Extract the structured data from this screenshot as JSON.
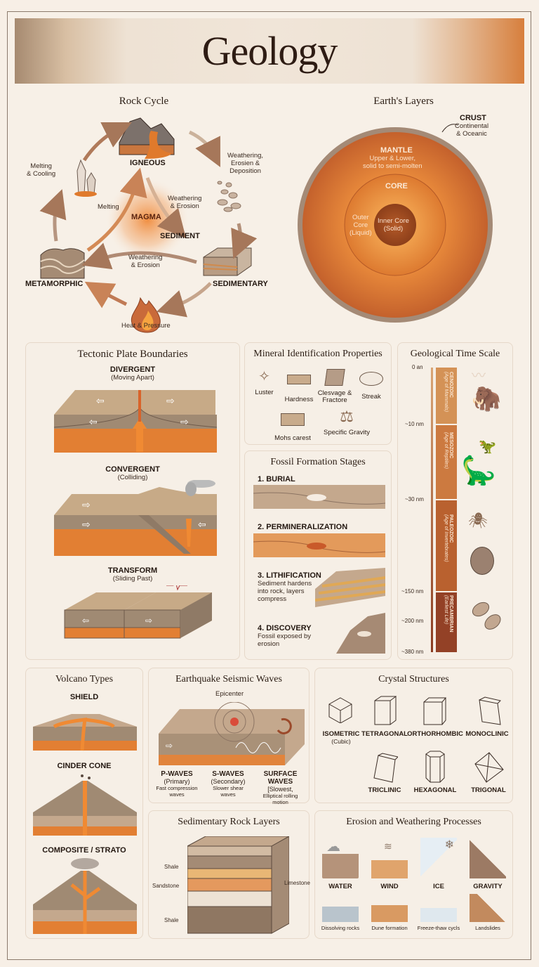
{
  "title": "Geology",
  "rock_cycle": {
    "title": "Rock Cycle",
    "nodes": {
      "igneous": "IGNEOUS",
      "sediment": "SEDIMENT",
      "sedimentary": "SEDIMENTARY",
      "metamorphic": "METAMORPHIC",
      "magma": "MAGMA"
    },
    "processes": {
      "melting_cooling": [
        "Melting",
        "& Cooling"
      ],
      "weathering_deposition": [
        "Weathering,",
        "Erosien &",
        "Deposition"
      ],
      "weathering_erosion_inner": [
        "Weathering",
        "& Erosion"
      ],
      "melting": "Melting",
      "weathering_erosion_bottom": [
        "Weathering",
        "& Erosion"
      ],
      "heat_pressure": "Heat & Pressure"
    }
  },
  "earth_layers": {
    "title": "Earth's Layers",
    "crust": {
      "label": "CRUST",
      "desc": [
        "Continental",
        "& Oceanic"
      ]
    },
    "mantle": {
      "label": "MANTLE",
      "desc": [
        "Upper & Lower,",
        "solid to semi-molten"
      ]
    },
    "core": {
      "label": "CORE"
    },
    "outer_core": [
      "Outer",
      "Core",
      "(Liquid)"
    ],
    "inner_core": [
      "Inner Core",
      "(Solid)"
    ]
  },
  "tectonic": {
    "title": "Tectonic Plate Boundaries",
    "types": [
      {
        "name": "DIVERGENT",
        "desc": "(Moving Apart)"
      },
      {
        "name": "CONVERGENT",
        "desc": "(Colliding)"
      },
      {
        "name": "TRANSFORM",
        "desc": "(Sliding Past)"
      }
    ]
  },
  "minerals": {
    "title": "Mineral Identification Properties",
    "items": [
      {
        "label": "Luster",
        "icon": "sparkle-icon"
      },
      {
        "label": "Hardness",
        "icon": "scratch-tool-icon"
      },
      {
        "label": "Clesvage & Fractore",
        "icon": "broken-mineral-icon"
      },
      {
        "label": "Streak",
        "icon": "streak-plate-icon"
      },
      {
        "label": "Mohs carest",
        "icon": "pressure-block-icon"
      },
      {
        "label": "Specific Gravity",
        "icon": "balance-scale-icon"
      }
    ]
  },
  "fossil": {
    "title": "Fossil Formation Stages",
    "stages": [
      {
        "name": "1. BURIAL",
        "desc": ""
      },
      {
        "name": "2. PERMINERALIZATION",
        "desc": ""
      },
      {
        "name": "3. LITHIFICATION",
        "desc": "Sediment hardens into rock, layers compress"
      },
      {
        "name": "4. DISCOVERY",
        "desc": "Fossil exposed by erosion"
      }
    ]
  },
  "time_scale": {
    "title": "Geological Time Scale",
    "ticks": [
      "0 an",
      "~10 nm",
      "~30 nm",
      "~150 nm",
      "~200 nm",
      "~380 nm"
    ],
    "eras": [
      {
        "name": "CENOZOIC",
        "sub": "(Age of Mammals)",
        "color": "#d49256"
      },
      {
        "name": "MESOZOIC",
        "sub": "(Age of Reptiles)",
        "color": "#cc7a40"
      },
      {
        "name": "PALEOZOIC",
        "sub": "(Age of Invertebrates)",
        "color": "#b9612f"
      },
      {
        "name": "PRECAMBRIAN",
        "sub": "(Earliest Life)",
        "color": "#934126"
      }
    ]
  },
  "volcano": {
    "title": "Volcano Types",
    "types": [
      "SHIELD",
      "CINDER CONE",
      "COMPOSITE / STRATO"
    ]
  },
  "seismic": {
    "title": "Earthquake Seismic Waves",
    "epicenter": "Epicenter",
    "waves": [
      {
        "name": "P-WAVES",
        "sub": "(Primary)",
        "desc": [
          "Fast compression",
          "waves"
        ]
      },
      {
        "name": "S-WAVES",
        "sub": "(Secondary)",
        "desc": [
          "Slower shear",
          "waves"
        ]
      },
      {
        "name": "SURFACE WAVES",
        "sub": "[Slowest,",
        "desc": [
          "Elliptical rolling",
          "motion"
        ]
      }
    ]
  },
  "crystals": {
    "title": "Crystal Structures",
    "items": [
      {
        "name": "ISOMETRIC",
        "sub": "(Cubic)"
      },
      {
        "name": "TETRAGONAL",
        "sub": ""
      },
      {
        "name": "ORTHORHOMBIC",
        "sub": ""
      },
      {
        "name": "MONOCLINIC",
        "sub": ""
      },
      {
        "name": "TRICLINIC",
        "sub": ""
      },
      {
        "name": "HEXAGONAL",
        "sub": ""
      },
      {
        "name": "TRIGONAL",
        "sub": ""
      }
    ]
  },
  "sed_layers": {
    "title": "Sedimentary Rock Layers",
    "labels": {
      "shale_top": "Shale",
      "sandstone": "Sandstone",
      "shale_bottom": "Shale",
      "limestone": "Limestone"
    }
  },
  "erosion": {
    "title": "Erosion and Weathering Processes",
    "agents": [
      {
        "name": "WATER",
        "desc": "Dissolving rocks"
      },
      {
        "name": "WIND",
        "desc": "Dune formation"
      },
      {
        "name": "ICE",
        "desc": "Freeze-thaw cycls"
      },
      {
        "name": "GRAVITY",
        "desc": "Landslides"
      }
    ]
  }
}
